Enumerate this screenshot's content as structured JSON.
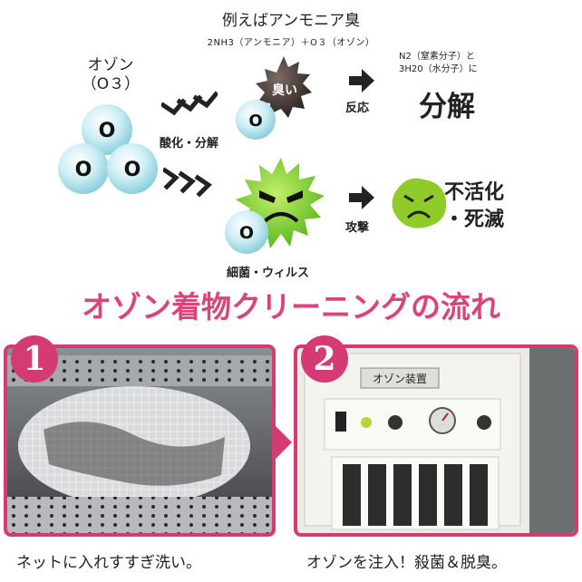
{
  "header": {
    "title": "例えばアンモニア臭",
    "formula": "2NH3（アンモニア）＋O３（オゾン）"
  },
  "ozone": {
    "label_1": "オゾン",
    "label_2": "（O３）",
    "atom": "O"
  },
  "process_top": {
    "arrow_label": "酸化・分解",
    "smell_label": "臭い",
    "reaction_label": "反応",
    "note_line1": "N2（窒素分子）と",
    "note_line2": "3H20（水分子）に",
    "result": "分解"
  },
  "process_bottom": {
    "bacteria_label": "細菌・ウィルス",
    "attack_label": "攻撃",
    "result_line1": "不活化",
    "result_line2": "・死滅"
  },
  "section_title": "オゾン着物クリーニングの流れ",
  "steps": [
    {
      "number": "1",
      "caption": "ネットに入れすすぎ洗い。"
    },
    {
      "number": "2",
      "caption": "オゾンを注入！殺菌＆脱臭。",
      "device_plate": "オゾン装置"
    }
  ],
  "colors": {
    "accent": "#d43b74",
    "title_pink": "#d9457a",
    "ozone_blue": "#a8dbe6",
    "virus_green": "#7dd12e",
    "smell_dark": "#3a2e2a"
  }
}
